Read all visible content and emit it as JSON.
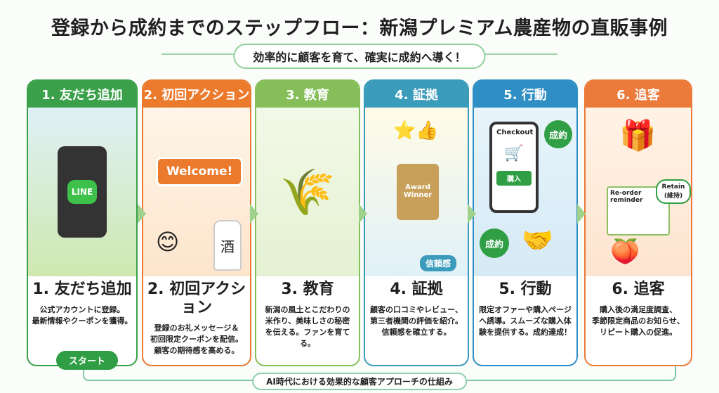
{
  "title": "登録から成約までのステップフロー：新潟プレミアム農産物の直販事例",
  "subtitle": "効率的に顧客を育て、確実に成約へ導く！",
  "steps": [
    {
      "header": "1. 友だち追加",
      "name": "1. 友だち追加",
      "desc": [
        "公式アカウントに登録。",
        "最新情報やクーポンを獲得。"
      ],
      "color": "#3aa04a",
      "illus": "LINE"
    },
    {
      "header": "2. 初回アクション",
      "name": "2. 初回アクション",
      "desc": [
        "登録のお礼メッセージ＆",
        "初回限定クーポンを配信。",
        "顧客の期待感を高める。"
      ],
      "color": "#ec7a2c",
      "illus": "Welcome!",
      "extra": "酒"
    },
    {
      "header": "3. 教育",
      "name": "3. 教育",
      "desc": [
        "新潟の風土とこだわりの",
        "米作り、美味しさの秘密",
        "を伝える。ファンを育てる。"
      ],
      "color": "#86bf5a"
    },
    {
      "header": "4. 証拠",
      "name": "4. 証拠",
      "desc": [
        "顧客の口コミやレビュー、",
        "第三者機関の評価を紹介。",
        "信頼感を確立する。"
      ],
      "color": "#3b9bbb",
      "illus": "Award Winner",
      "extra": "信頼感"
    },
    {
      "header": "5. 行動",
      "name": "5. 行動",
      "desc": [
        "限定オファーや購入ページ",
        "へ誘導。スムーズな購入体",
        "験を提供する。成約達成！"
      ],
      "color": "#2f8fc4",
      "illus": "Checkout",
      "extra": "成約",
      "button": "購入"
    },
    {
      "header": "6. 追客",
      "name": "6. 追客",
      "desc": [
        "購入後の満足度調査、",
        "季節限定商品のお知らせ、",
        "リピート購入の促進。"
      ],
      "color": "#ec7a3a",
      "illus": "Re-order reminder",
      "extra": "Retain (維持)"
    }
  ],
  "start_label": "スタート",
  "footer": "AI時代における効果的な顧客アプローチの仕組み"
}
